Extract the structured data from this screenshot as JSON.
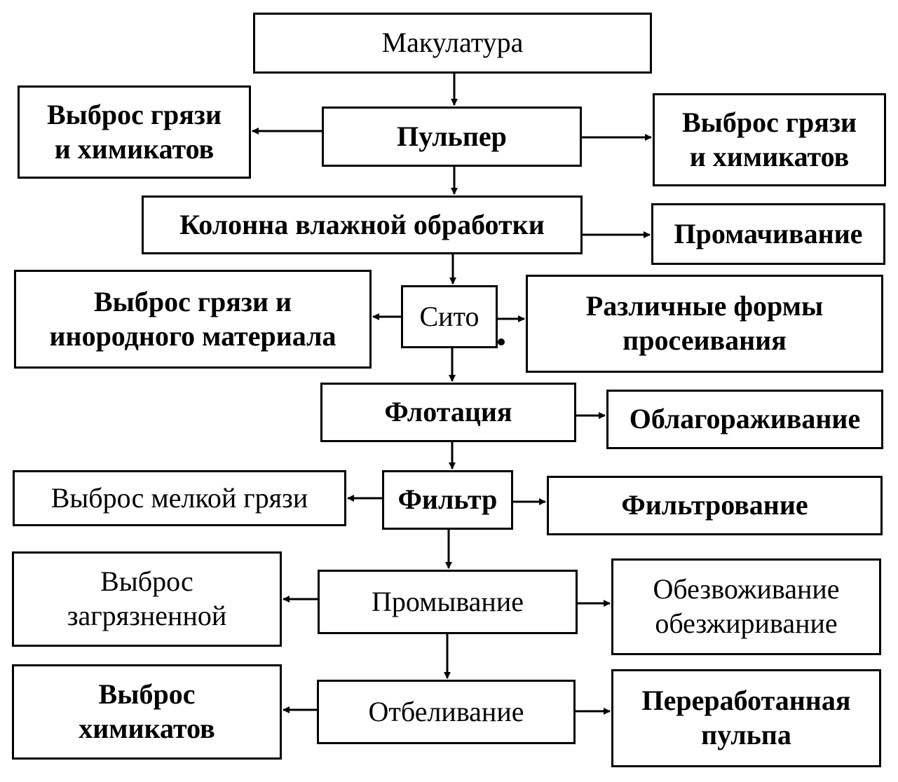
{
  "diagram": {
    "nodes": {
      "makulatura": "Макулатура",
      "pulper": "Пульпер",
      "pulper_left": "Выброс грязи\nи химикатов",
      "pulper_right": "Выброс грязи\nи химикатов",
      "kolonna": "Колонна влажной обработки",
      "kolonna_right": "Промачивание",
      "sito": "Сито",
      "sito_left": "Выброс грязи и\nинородного материала",
      "sito_right": "Различные формы\nпросеивания",
      "flotatsiya": "Флотация",
      "flotatsiya_right": "Облагораживание",
      "filtr": "Фильтр",
      "filtr_left": "Выброс мелкой грязи",
      "filtr_right": "Фильтрование",
      "promyvanie": "Промывание",
      "promyvanie_left": "Выброс\nзагрязненной",
      "promyvanie_right": "Обезвоживание\nобезжиривание",
      "otbelivanie": "Отбеливание",
      "otbelivanie_left": "Выброс\nхимикатов",
      "otbelivanie_right": "Переработанная\nпульпа"
    },
    "edges": [
      {
        "from": "makulatura",
        "to": "pulper"
      },
      {
        "from": "pulper",
        "to": "pulper_left"
      },
      {
        "from": "pulper",
        "to": "pulper_right"
      },
      {
        "from": "pulper",
        "to": "kolonna"
      },
      {
        "from": "kolonna",
        "to": "kolonna_right"
      },
      {
        "from": "kolonna",
        "to": "sito"
      },
      {
        "from": "sito",
        "to": "sito_left"
      },
      {
        "from": "sito",
        "to": "sito_right"
      },
      {
        "from": "sito",
        "to": "flotatsiya"
      },
      {
        "from": "flotatsiya",
        "to": "flotatsiya_right"
      },
      {
        "from": "flotatsiya",
        "to": "filtr"
      },
      {
        "from": "filtr",
        "to": "filtr_left"
      },
      {
        "from": "filtr",
        "to": "filtr_right"
      },
      {
        "from": "filtr",
        "to": "promyvanie"
      },
      {
        "from": "promyvanie",
        "to": "promyvanie_left"
      },
      {
        "from": "promyvanie",
        "to": "promyvanie_right"
      },
      {
        "from": "promyvanie",
        "to": "otbelivanie"
      },
      {
        "from": "otbelivanie",
        "to": "otbelivanie_left"
      },
      {
        "from": "otbelivanie",
        "to": "otbelivanie_right"
      }
    ]
  }
}
